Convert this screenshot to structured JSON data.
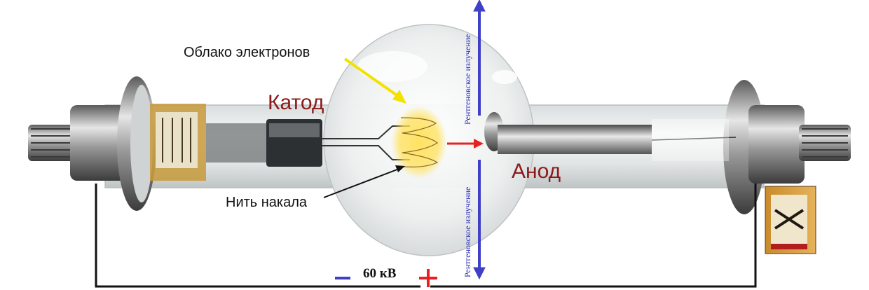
{
  "labels": {
    "electron_cloud": "Облако электронов",
    "cathode": "Катод",
    "anode": "Анод",
    "filament": "Нить накала",
    "voltage": "60 кВ",
    "xray_top": "Рентгеновское излучение",
    "xray_bottom": "Рентгеновское излучение"
  },
  "colors": {
    "cathode_anode_text": "#8b1a1a",
    "xray_arrow": "#3f3fc8",
    "electron_arrow": "#e82020",
    "cloud_arrow": "#f2e200",
    "minus_sign": "#3f3fc8",
    "plus_sign": "#e82020",
    "glow": "#ffe15a"
  }
}
